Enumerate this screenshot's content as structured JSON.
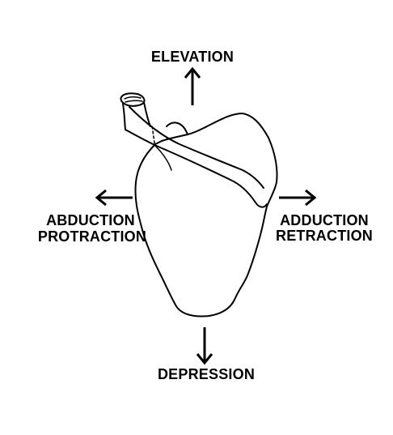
{
  "labels": {
    "elevation": "ELEVATION",
    "depression": "DEPRESSION",
    "left_line1": "ABDUCTION",
    "left_line2": "PROTRACTION",
    "right_line1": "ADDUCTION",
    "right_line2": "RETRACTION"
  },
  "arrows": {
    "elevation": "up",
    "depression": "down",
    "abduction_protraction": "left",
    "adduction_retraction": "right"
  },
  "colors": {
    "ink": "#000000",
    "background": "#ffffff"
  }
}
